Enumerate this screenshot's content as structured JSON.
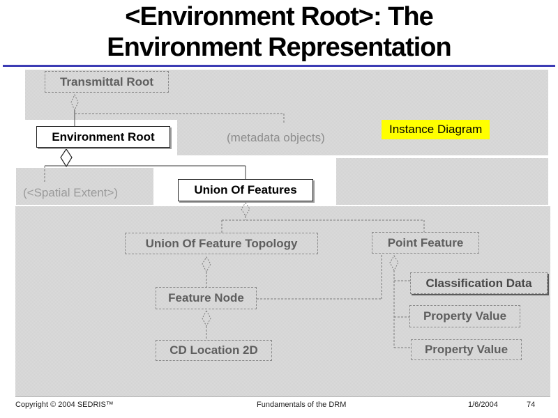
{
  "title": {
    "line1": "<Environment Root>: The",
    "line2": "Environment Representation"
  },
  "diagram": {
    "nodes": {
      "transmittal_root": {
        "label": "Transmittal Root"
      },
      "environment_root": {
        "label": "Environment Root"
      },
      "union_of_features": {
        "label": "Union Of Features"
      },
      "union_of_feature_topology": {
        "label": "Union Of Feature Topology"
      },
      "point_feature": {
        "label": "Point Feature"
      },
      "feature_node": {
        "label": "Feature Node"
      },
      "cd_location_2d": {
        "label": "CD Location 2D"
      },
      "classification_data": {
        "label": "Classification Data"
      },
      "property_value_1": {
        "label": "Property Value"
      },
      "property_value_2": {
        "label": "Property Value"
      }
    },
    "annotations": {
      "metadata_objects": "(metadata objects)",
      "spatial_extent": "(<Spatial Extent>)",
      "instance_diagram": "Instance Diagram"
    },
    "colors": {
      "highlight_yellow": "#ffff00",
      "background_gray": "#d6d6d6",
      "title_rule_blue": "#3c3cb4",
      "dashed_box_text": "#5e5e5e",
      "solid_box_text": "#000000"
    }
  },
  "footer": {
    "copyright": "Copyright © 2004 SEDRIS™",
    "center": "Fundamentals of the DRM",
    "date": "1/6/2004",
    "page": "74"
  }
}
